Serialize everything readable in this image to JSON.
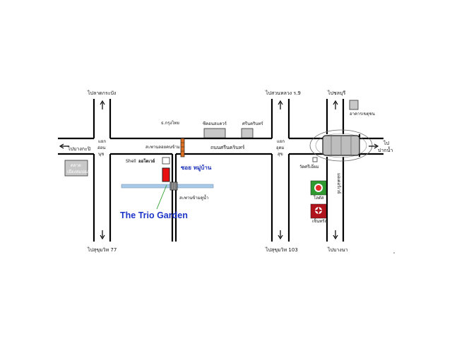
{
  "map": {
    "title": "The Trio Garden",
    "destinations": {
      "top_left": "ไปลาดกระบัง",
      "top_mid": "ไปสวนหลวง ร.9",
      "top_right": "ไปชลบุรี",
      "left": "ไปบางกะปิ",
      "right_1": "ไป",
      "right_2": "ปากน้ำ",
      "bottom_left": "ไปสุขุมวิท 77",
      "bottom_mid": "ไปสุขุมวิท 103",
      "bottom_right": "ไปบางนา"
    },
    "junctions": {
      "left_1": "แยก",
      "left_2": "อ่อน",
      "left_3": "นุช",
      "mid_1": "แยก",
      "mid_2": "อุดม",
      "mid_3": "สุข"
    },
    "roads": {
      "srinakarin": "ถนนศรีนครินทร์",
      "motorway": "มอเตอร์เวย์",
      "soi_village": "ซอย หมู่บ้าน"
    },
    "places": {
      "krungthai": "ธ.กรุงไทย",
      "crossing_ped": "สะพานลอยคนข้าม",
      "seacon": "ซีคอนสแควร์",
      "srinakarin_tower": "ศรีนครินทร์",
      "bridge_river": "สะพานข้ามคูน้ำ",
      "shell": "Shell",
      "condo": "ออโตเวย์",
      "market_1": "ตลาด",
      "market_2": "เมืองสมปอง",
      "building_right": "อาคารเขตุชน",
      "temple": "วัดศรีเอี่ยม",
      "lotus_label": "โลตัส",
      "central_label": "เซ็นทรัล"
    },
    "colors": {
      "accent_blue": "#1e36c8",
      "canal": "#a9c9e8",
      "building_grey": "#c8c8c8",
      "bridge_orange": "#e07020",
      "marker_red": "#e81010",
      "lotus_green": "#2f9a2f",
      "central_red": "#b0141c"
    }
  }
}
